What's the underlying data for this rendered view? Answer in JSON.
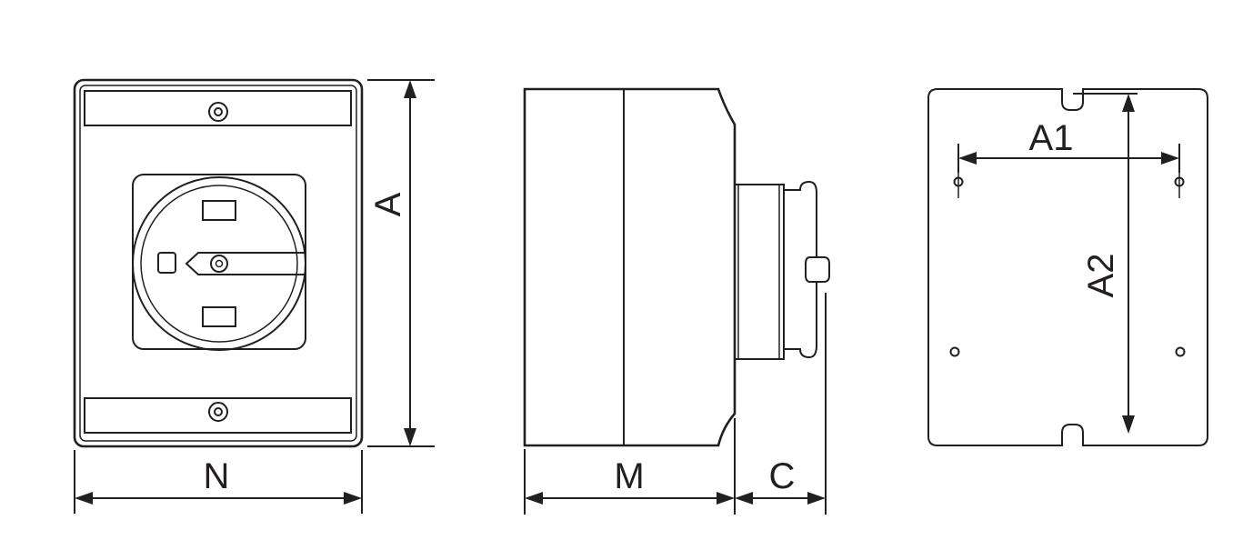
{
  "labels": {
    "a": "A",
    "n": "N",
    "m": "M",
    "c": "C",
    "a1": "A1",
    "a2": "A2"
  },
  "colors": {
    "line": "#231f20",
    "background": "#ffffff"
  }
}
